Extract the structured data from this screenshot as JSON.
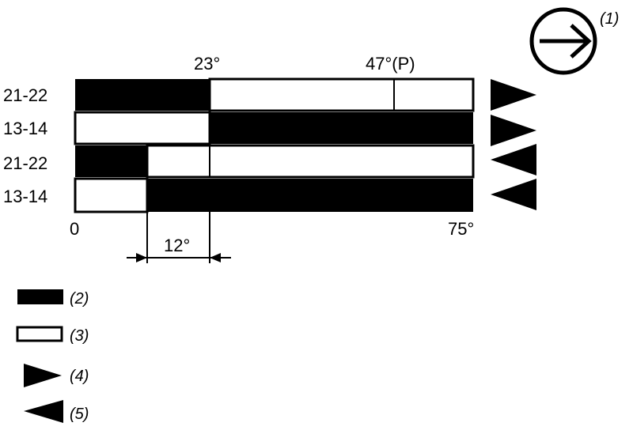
{
  "direction_marker": {
    "icon": "arrow-right-circle-icon",
    "label": "(1)"
  },
  "top_labels": [
    "23°",
    "47°(P)"
  ],
  "bottom_labels": {
    "start": "0",
    "end": "75°"
  },
  "dimension_label": "12°",
  "rows": [
    {
      "label": "21-22",
      "direction_icon": "triangle-right-icon"
    },
    {
      "label": "13-14",
      "direction_icon": "triangle-right-icon"
    },
    {
      "label": "21-22",
      "direction_icon": "triangle-left-icon"
    },
    {
      "label": "13-14",
      "direction_icon": "triangle-left-icon"
    }
  ],
  "legend": [
    {
      "icon": "filled-bar-icon",
      "label": "(2)"
    },
    {
      "icon": "empty-bar-icon",
      "label": "(3)"
    },
    {
      "icon": "triangle-right-icon",
      "label": "(4)"
    },
    {
      "icon": "triangle-left-icon",
      "label": "(5)"
    }
  ],
  "colors": {
    "ink": "#000000",
    "paper": "#ffffff"
  }
}
